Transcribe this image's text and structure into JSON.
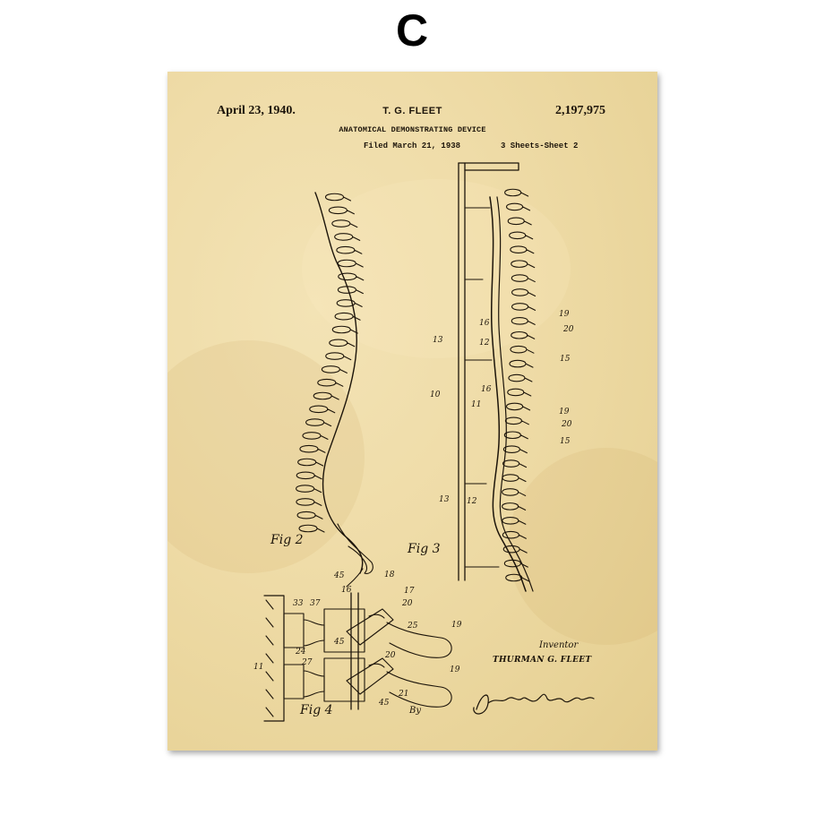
{
  "variant_letter": "C",
  "patent": {
    "date": "April 23, 1940.",
    "inventor_header": "T. G. FLEET",
    "number": "2,197,975",
    "title": "ANATOMICAL DEMONSTRATING DEVICE",
    "filed": "Filed March 21, 1938",
    "sheets": "3 Sheets-Sheet 2"
  },
  "figures": {
    "fig2": "Fig 2",
    "fig3": "Fig 3",
    "fig4": "Fig 4"
  },
  "reference_numerals": {
    "fig3": [
      "19",
      "20",
      "15",
      "16",
      "13",
      "12",
      "10",
      "11",
      "16",
      "19",
      "20",
      "15",
      "13",
      "12"
    ],
    "fig4": [
      "45",
      "18",
      "16",
      "17",
      "33",
      "37",
      "20",
      "25",
      "19",
      "45",
      "24",
      "27",
      "20",
      "11",
      "19",
      "21",
      "45"
    ]
  },
  "signature_block": {
    "inventor_label": "Inventor",
    "inventor_name": "THURMAN G. FLEET",
    "by_label": "By"
  },
  "colors": {
    "paper": "#efdca8",
    "ink": "#1c140a"
  }
}
